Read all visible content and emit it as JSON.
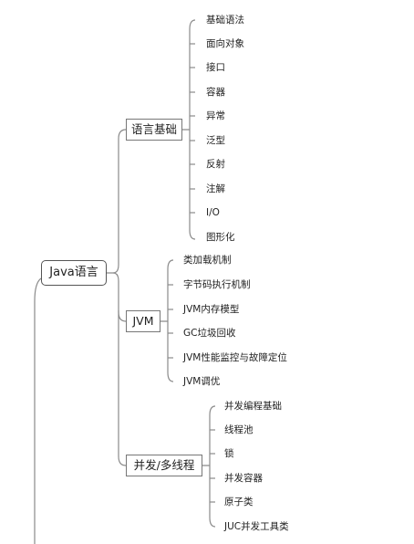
{
  "root": {
    "label": "Java语言"
  },
  "branches": [
    {
      "label": "语言基础",
      "children": [
        "基础语法",
        "面向对象",
        "接口",
        "容器",
        "异常",
        "泛型",
        "反射",
        "注解",
        "I/O",
        "图形化"
      ]
    },
    {
      "label": "JVM",
      "children": [
        "类加载机制",
        "字节码执行机制",
        "JVM内存模型",
        "GC垃圾回收",
        "JVM性能监控与故障定位",
        "JVM调优"
      ]
    },
    {
      "label": "并发/多线程",
      "children": [
        "并发编程基础",
        "线程池",
        "锁",
        "并发容器",
        "原子类",
        "JUC并发工具类"
      ]
    }
  ],
  "colors": {
    "line": "#8a8a8a",
    "border": "#777777",
    "text": "#222222"
  }
}
